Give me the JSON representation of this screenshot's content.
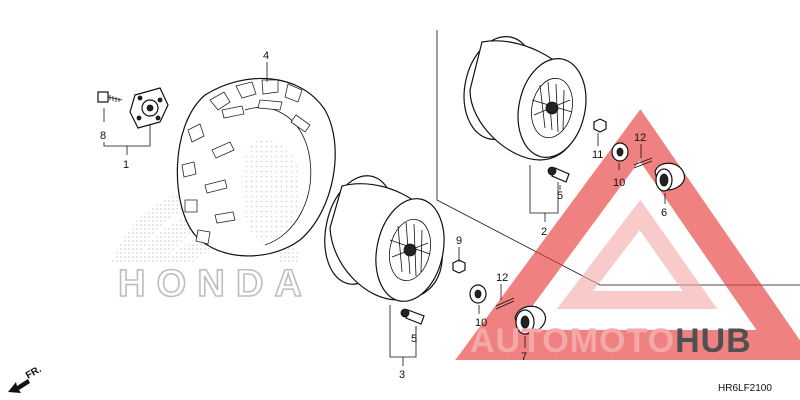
{
  "diagram": {
    "callouts": [
      "1",
      "2",
      "3",
      "4",
      "5",
      "5",
      "6",
      "7",
      "8",
      "9",
      "10",
      "10",
      "11",
      "12",
      "12"
    ],
    "direction_label": "FR.",
    "diagram_code": "HR6LF2100"
  },
  "watermarks": {
    "brand_text": "HONDA",
    "site_text_colored": "AUTOMOTO",
    "site_text_dark": "HUB",
    "colors": {
      "accent": "#e83a3a",
      "accent_light": "#f4a6a6",
      "dark": "#505050",
      "grey": "#c8c8c8"
    }
  }
}
